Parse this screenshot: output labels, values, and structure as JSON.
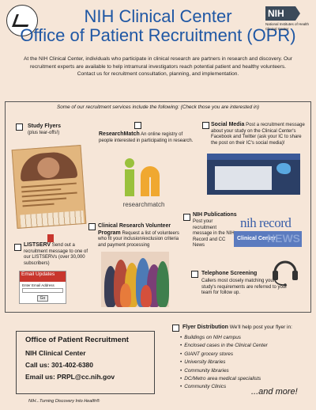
{
  "header": {
    "title": "NIH Clinical Center",
    "subtitle": "Office of Patient Recruitment (OPR)",
    "nih_logo": "NIH",
    "nih_logo_sub": "National Institutes of Health Clinical Center",
    "intro": "At the NIH Clinical Center, individuals who participate in clinical research are partners in research and discovery. Our recruitment experts are available to help intramural investigators reach potential patient and healthy volunteers. Contact us for recruitment consultation, planning, and implementation."
  },
  "services": {
    "header": "Some of our recruitment services include the following: (Check those you are interested in)",
    "study_flyers": {
      "title": "Study Flyers",
      "desc": "(plus tear-offs!)"
    },
    "research_match": {
      "title": "ResearchMatch",
      "desc": "An online registry of people interested in participating in research.",
      "logo_text": "researchmatch"
    },
    "social_media": {
      "title": "Social Media",
      "desc": "Post a recruitment message about your study on the Clinical Center's Facebook and Twitter (ask your IC to share the post on their IC's social media)!"
    },
    "nih_publications": {
      "title": "NIH Publications",
      "desc": "Post your recruitment message in the NIH Record and CC News",
      "logo_top": "nih record",
      "logo_cc": "Clinical Center",
      "logo_news": "NEWS"
    },
    "listserv": {
      "title": "LISTSERV",
      "desc": "Send out a recruitment message to one of our LISTSERVs (over 30,000 subscribers)",
      "img_title": "Email Updates",
      "img_label": "Enter Email Address",
      "img_go": "Go"
    },
    "volunteer": {
      "title": "Clinical Research Volunteer Program",
      "desc": "Request a list of volunteers who fit your inclusion/exclusion criteria and payment processing"
    },
    "telephone": {
      "title": "Telephone Screening",
      "desc": "Callers most closely matching your study's requirements are referred to your team for follow up."
    }
  },
  "contact": {
    "title": "Office of Patient Recruitment",
    "org": "NIH Clinical Center",
    "phone": "Call us: 301-402-6380",
    "email": "Email us: PRPL@cc.nih.gov",
    "tagline": "NIH...Turning Discovery Into Health®"
  },
  "flyer_distribution": {
    "title": "Flyer Distribution",
    "desc": "We'll help post your flyer in:",
    "locations": [
      "Buildings on NIH campus",
      "Enclosed cases in the Clinical Center",
      "GIANT grocery stores",
      "University libraries",
      "Community libraries",
      "DC/Metro area medical specialists",
      "Community Clinics"
    ],
    "more": "...and more!"
  },
  "colors": {
    "title_blue": "#1f57a4",
    "background": "#f6e6d8"
  }
}
